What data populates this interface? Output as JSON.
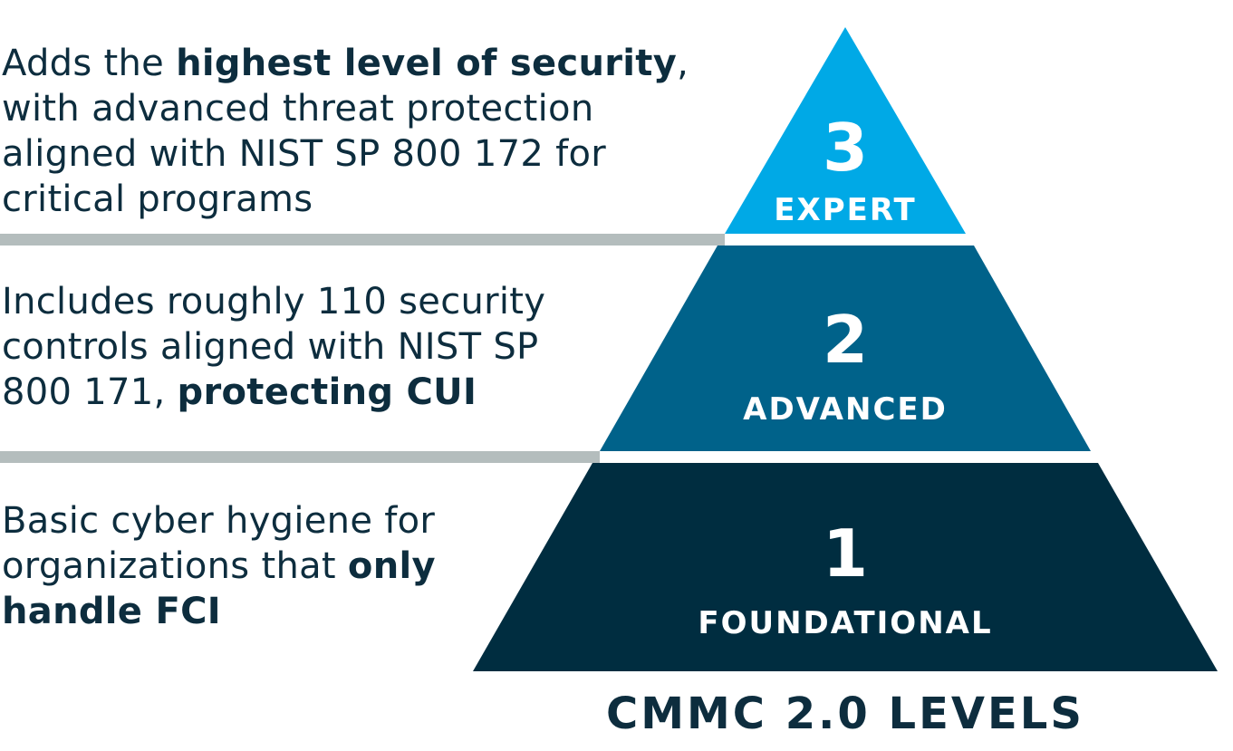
{
  "levels": [
    {
      "number": "3",
      "name": "EXPERT",
      "color": "#00a9e6",
      "desc_pre": "Adds the ",
      "desc_bold": "highest level of security",
      "desc_post": ",",
      "desc_rest": "with advanced threat protection aligned with NIST SP 800 172 for critical programs"
    },
    {
      "number": "2",
      "name": "ADVANCED",
      "color": "#00628a",
      "desc_pre": "Includes roughly 110 security controls aligned with NIST SP 800 171, ",
      "desc_bold": "protecting CUI"
    },
    {
      "number": "1",
      "name": "FOUNDATIONAL",
      "color": "#002d40",
      "desc_pre": "Basic cyber hygiene for organizations that ",
      "desc_bold": "only handle FCI"
    }
  ],
  "title": "CMMC 2.0 LEVELS"
}
